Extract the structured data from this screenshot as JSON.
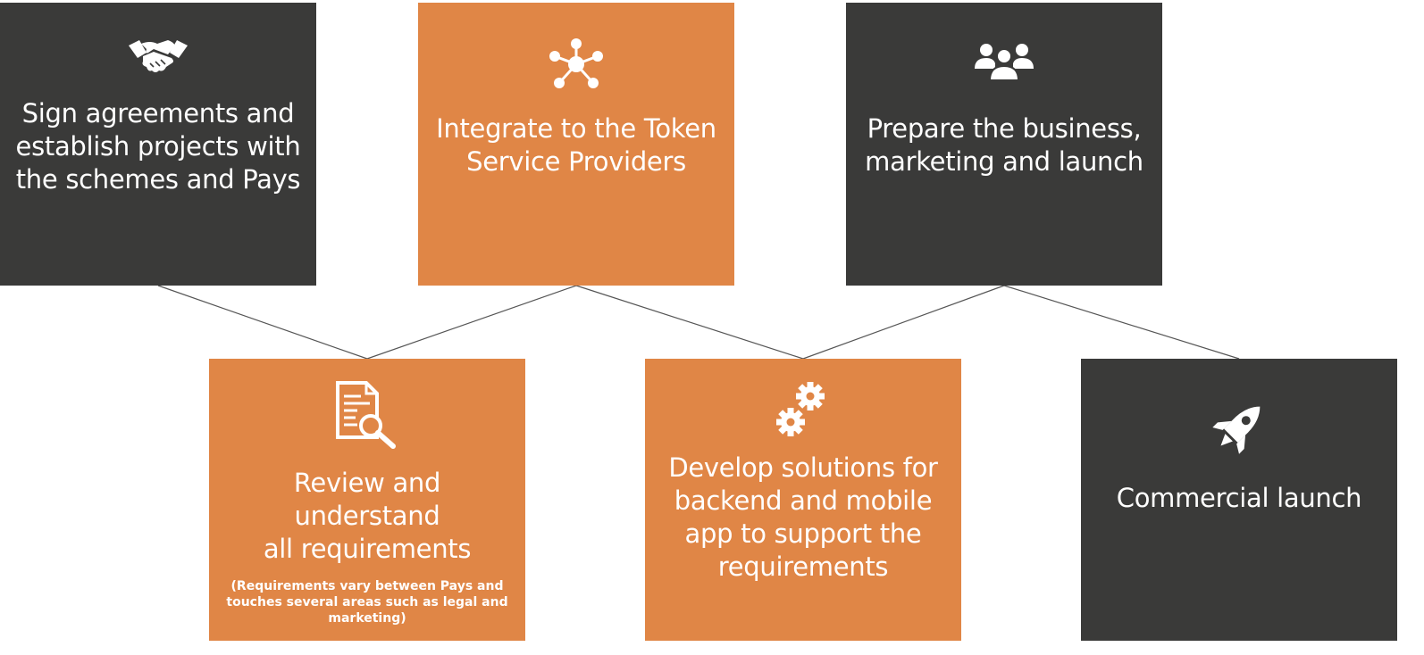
{
  "colors": {
    "dark": "#3a3a39",
    "orange": "#e08646",
    "text": "#ffffff",
    "connector": "#555555"
  },
  "steps": [
    {
      "id": "sign",
      "icon": "handshake-icon",
      "color": "dark",
      "title_lines": [
        "Sign agreements and",
        "establish projects with",
        "the schemes and Pays"
      ]
    },
    {
      "id": "integrate",
      "icon": "network-hub-icon",
      "color": "orange",
      "title_lines": [
        "Integrate to the Token",
        "Service Providers"
      ]
    },
    {
      "id": "prepare",
      "icon": "people-group-icon",
      "color": "dark",
      "title_lines": [
        "Prepare the business,",
        "marketing and launch"
      ]
    },
    {
      "id": "review",
      "icon": "document-search-icon",
      "color": "orange",
      "title_lines": [
        "Review and understand",
        "all requirements"
      ],
      "note_lines": [
        "(Requirements vary between Pays and",
        "touches several areas such as legal and",
        "marketing)"
      ]
    },
    {
      "id": "develop",
      "icon": "gears-icon",
      "color": "orange",
      "title_lines": [
        "Develop solutions for",
        "backend and mobile",
        "app to support the",
        "requirements"
      ]
    },
    {
      "id": "launch",
      "icon": "rocket-icon",
      "color": "dark",
      "title_lines": [
        "Commercial launch"
      ]
    }
  ]
}
